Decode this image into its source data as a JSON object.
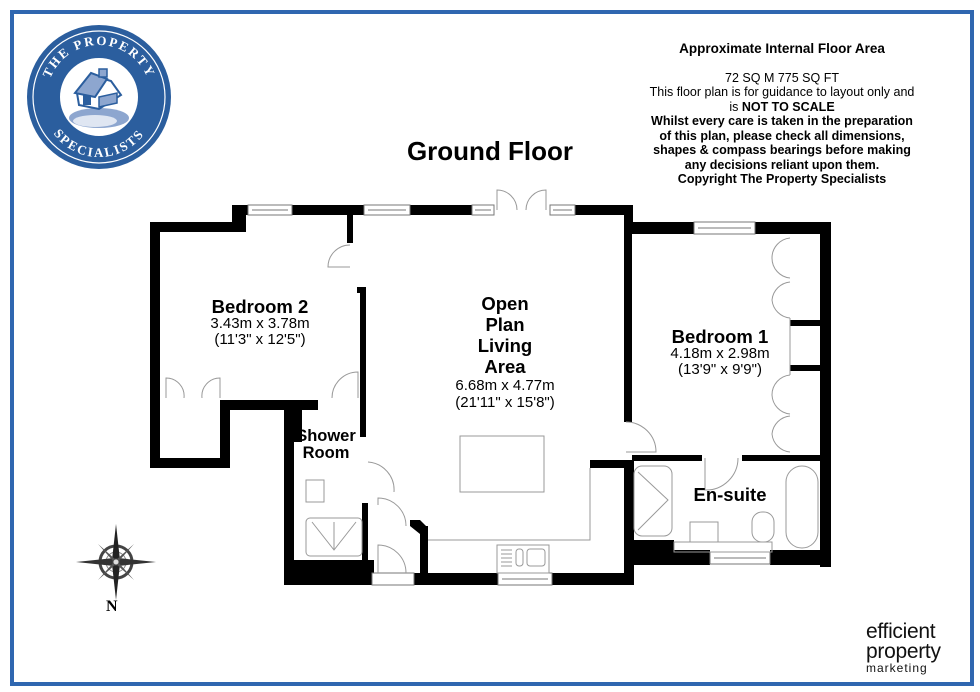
{
  "frame": {
    "border_color": "#2f67b0"
  },
  "logo": {
    "top_text": "THE PROPERTY",
    "bottom_text": "SPECIALISTS",
    "colors": {
      "primary": "#2b5e9e",
      "light": "#8da6cf"
    }
  },
  "notes": {
    "title": "Approximate Internal Floor Area",
    "area": "72 SQ M 775 SQ FT",
    "guidance_line1": "This floor plan is for guidance to layout only and",
    "guidance_line2_prefix": "is ",
    "guidance_line2_bold": "NOT TO SCALE",
    "disclaimer": [
      "Whilst every care is taken in the preparation",
      "of this plan, please check all dimensions,",
      "shapes & compass bearings before making",
      "any decisions reliant upon them."
    ],
    "copyright": "Copyright The Property Specialists"
  },
  "floor": {
    "title": "Ground Floor"
  },
  "rooms": [
    {
      "name": "Bedroom 2",
      "metric": "3.43m x 3.78m",
      "imperial": "(11'3\" x 12'5\")"
    },
    {
      "name_lines": [
        "Open",
        "Plan",
        "Living",
        "Area"
      ],
      "metric": "6.68m x 4.77m",
      "imperial": "(21'11\" x 15'8\")"
    },
    {
      "name": "Bedroom 1",
      "metric": "4.18m x 2.98m",
      "imperial": "(13'9\" x 9'9\")"
    },
    {
      "name_lines": [
        "Shower",
        "Room"
      ]
    },
    {
      "name": "En-suite"
    }
  ],
  "compass": {
    "label": "N"
  },
  "branding": {
    "line1": "efficient",
    "line2": "property",
    "line3": "marketing"
  }
}
